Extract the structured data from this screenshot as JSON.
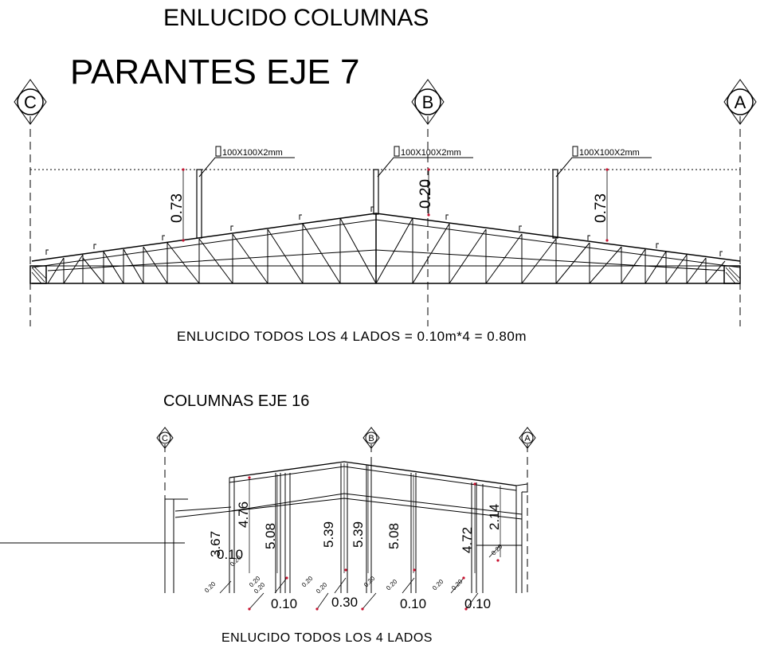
{
  "titles": {
    "main": "ENLUCIDO COLUMNAS",
    "section1": "PARANTES EJE 7",
    "section2": "COLUMNAS EJE 16"
  },
  "notes": {
    "note1": "ENLUCIDO TODOS LOS 4 LADOS = 0.10m*4 = 0.80m",
    "note2": "ENLUCIDO TODOS LOS 4 LADOS"
  },
  "axes_top": [
    "C",
    "B",
    "A"
  ],
  "axes_bottom": [
    "C",
    "B",
    "A"
  ],
  "profiles": [
    "100X100X2mm",
    "100X100X2mm",
    "100X100X2mm"
  ],
  "top_heights": [
    "0.73",
    "0.20",
    "0.73"
  ],
  "column_heights": [
    "3.67",
    "4.76",
    "5.08",
    "5.39",
    "5.39",
    "5.08",
    "4.72",
    "2.14"
  ],
  "bottom_dims": [
    "0.10",
    "0.10",
    "0.30",
    "0.10",
    "0.10"
  ],
  "small_dims": [
    "0.20",
    "0.20",
    "0.20",
    "0.20",
    "0.20",
    "0.20",
    "0.20",
    "0.20",
    "0.20",
    "0.20",
    "0.20"
  ]
}
